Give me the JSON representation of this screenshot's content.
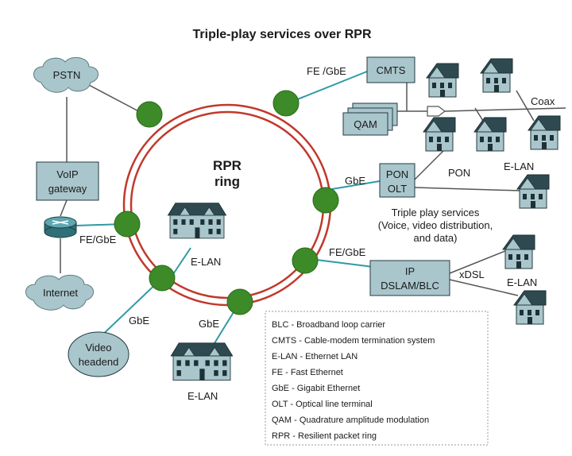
{
  "title": "Triple-play services over RPR",
  "ring": {
    "line1": "RPR",
    "line2": "ring"
  },
  "clouds": {
    "pstn": "PSTN",
    "internet": "Internet"
  },
  "boxes": {
    "voip": {
      "line1": "VoIP",
      "line2": "gateway"
    },
    "cmts": "CMTS",
    "qam": "QAM",
    "pon_olt": {
      "line1": "PON",
      "line2": "OLT"
    },
    "ip_dslam": {
      "line1": "IP",
      "line2": "DSLAM/BLC"
    },
    "video": {
      "line1": "Video",
      "line2": "headend"
    }
  },
  "link_labels": {
    "fe_gbe_cmts": "FE /GbE",
    "coax": "Coax",
    "pon": "PON",
    "elan_right": "E-LAN",
    "gbe_pon": "GbE",
    "fe_gbe_router": "FE/GbE",
    "fe_gbe_dslam": "FE/GbE",
    "xdsl": "xDSL",
    "elan_dslam": "E-LAN",
    "gbe_video": "GbE",
    "gbe_bottom": "GbE",
    "elan_inner": "E-LAN",
    "elan_bottom": "E-LAN"
  },
  "triple_play": [
    "Triple play services",
    "(Voice, video distribution,",
    "and data)"
  ],
  "legend": [
    "BLC - Broadband loop carrier",
    "CMTS - Cable-modem termination system",
    "E-LAN - Ethernet LAN",
    "FE - Fast Ethernet",
    "GbE - Gigabit Ethernet",
    "OLT - Optical line terminal",
    "QAM - Quadrature amplitude modulation",
    "RPR - Resilient packet ring"
  ],
  "colors": {
    "ring": "#c0392b",
    "node": "#3c8a28",
    "box": "#a9c6cc",
    "link": "#2f9aa6"
  },
  "icons": {
    "router": "router-icon",
    "house": "house-icon",
    "building": "building-icon",
    "cloud": "cloud-icon"
  }
}
